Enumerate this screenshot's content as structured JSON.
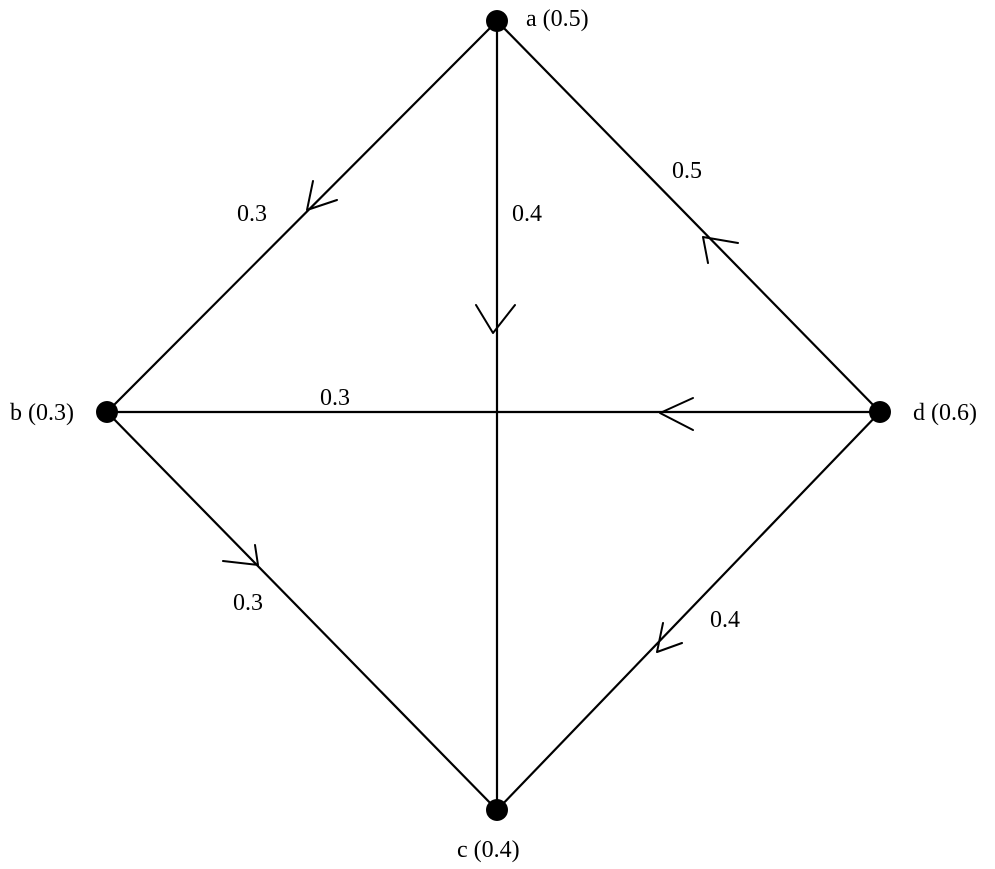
{
  "nodes": [
    {
      "id": "a",
      "label": "a (0.5)"
    },
    {
      "id": "b",
      "label": "b (0.3)"
    },
    {
      "id": "c",
      "label": "c (0.4)"
    },
    {
      "id": "d",
      "label": "d (0.6)"
    }
  ],
  "edges": [
    {
      "from": "a",
      "to": "b",
      "weight": "0.3"
    },
    {
      "from": "a",
      "to": "c",
      "weight": "0.4"
    },
    {
      "from": "d",
      "to": "a",
      "weight": "0.5"
    },
    {
      "from": "d",
      "to": "b",
      "weight": "0.3"
    },
    {
      "from": "b",
      "to": "c",
      "weight": "0.3"
    },
    {
      "from": "d",
      "to": "c",
      "weight": "0.4"
    }
  ]
}
